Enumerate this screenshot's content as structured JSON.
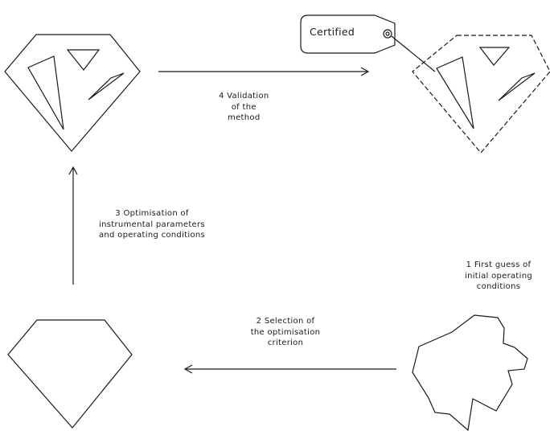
{
  "diagram": {
    "certified_tag": {
      "text": "Certified"
    },
    "steps": [
      {
        "id": "step-1",
        "lines": [
          "1 First guess of",
          "initial operating",
          "conditions"
        ]
      },
      {
        "id": "step-2",
        "lines": [
          "2 Selection of",
          "the optimisation",
          "criterion"
        ]
      },
      {
        "id": "step-3",
        "lines": [
          "3 Optimisation of",
          "instrumental parameters",
          "and operating conditions"
        ]
      },
      {
        "id": "step-4",
        "lines": [
          "4 Validation",
          "of the",
          "method"
        ]
      }
    ],
    "stages": [
      {
        "id": "rough-stone",
        "icon": "rough-gemstone-icon"
      },
      {
        "id": "cut-diamond",
        "icon": "plain-diamond-icon"
      },
      {
        "id": "polished-diamond",
        "icon": "faceted-diamond-icon"
      },
      {
        "id": "certified-diamond",
        "icon": "certified-diamond-icon"
      }
    ],
    "colors": {
      "stroke": "#1a1a1a",
      "background": "#ffffff"
    }
  }
}
